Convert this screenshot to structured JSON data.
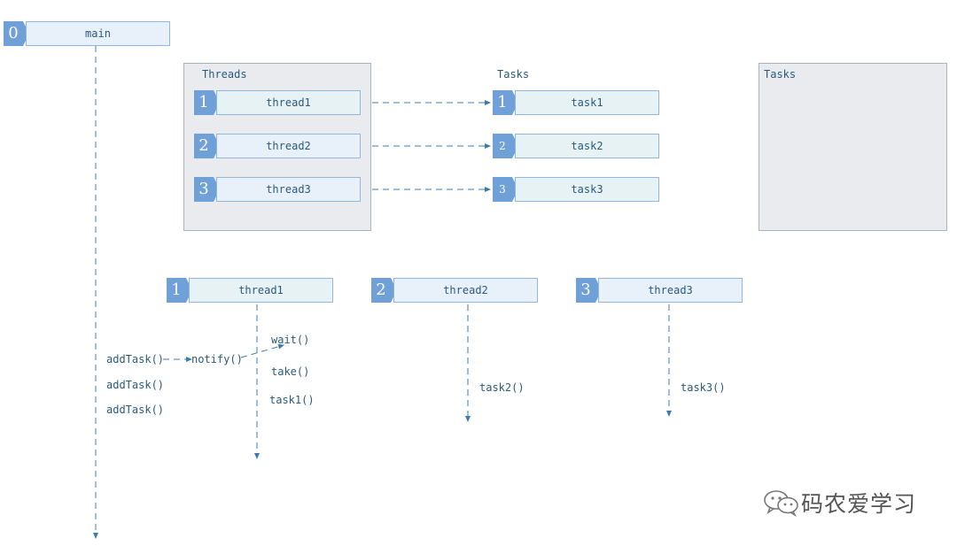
{
  "main_lane": {
    "num": "0",
    "label": "main"
  },
  "threads_box": {
    "title": "Threads"
  },
  "tasks_label": "Tasks",
  "tasks_box": {
    "title": "Tasks"
  },
  "threads": [
    {
      "num": "1",
      "label": "thread1"
    },
    {
      "num": "2",
      "label": "thread2"
    },
    {
      "num": "3",
      "label": "thread3"
    }
  ],
  "tasks": [
    {
      "num": "1",
      "label": "task1"
    },
    {
      "num": "2",
      "label": "task2"
    },
    {
      "num": "3",
      "label": "task3"
    }
  ],
  "lower_threads": [
    {
      "num": "1",
      "label": "thread1"
    },
    {
      "num": "2",
      "label": "thread2"
    },
    {
      "num": "3",
      "label": "thread3"
    }
  ],
  "calls": {
    "add_task_1": "addTask()",
    "add_task_2": "addTask()",
    "add_task_3": "addTask()",
    "notify": "notify()",
    "wait": "wait()",
    "take": "take()",
    "task1": "task1()",
    "task2": "task2()",
    "task3": "task3()"
  },
  "watermark": {
    "text": "码农爱学习",
    "icon": "wechat-icon"
  },
  "colors": {
    "accent": "#6fa0d8",
    "line": "#3b7bb0",
    "box_bg": "#e9ebef"
  }
}
